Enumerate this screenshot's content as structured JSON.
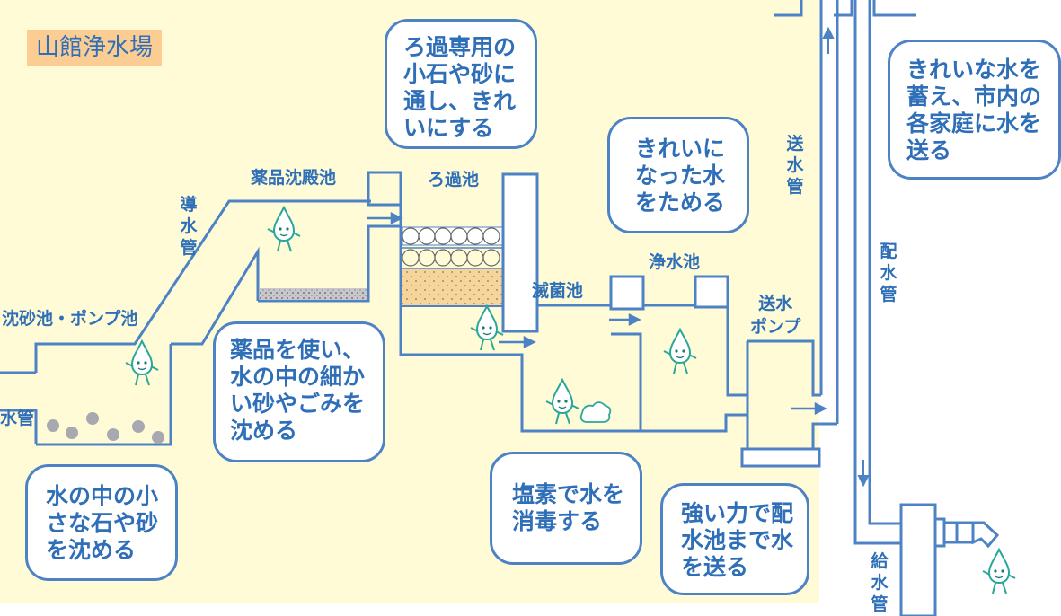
{
  "title": "山館浄水場",
  "notes": {
    "filter_sand": "ろ過専用の\n小石や砂に\n通し、きれ\nいにする",
    "clean_store": "きれいに\nなった水\nをためる",
    "distribute": "きれいな水を\n蓄え、市内の\n各家庭に水を\n送る",
    "chemical": "薬品を使い、\n水の中の細か\nい砂やごみを\n沈める",
    "sand_settle": "水の中の小\nさな石や砂\nを沈める",
    "chlorine": "塩素で水を\n消毒する",
    "pump_force": "強い力で配\n水池まで水\nを送る"
  },
  "labels": {
    "chemical_basin": "薬品沈殿池",
    "filter_basin": "ろ過池",
    "intake_pipe": "導水管",
    "sand_basin_pump": "沈砂池・ポンプ池",
    "raw_pipe_partial": "水管",
    "sterilize_basin": "滅菌池",
    "clean_basin": "浄水池",
    "send_pump": "送水\nポンプ",
    "send_pipe": "送水管",
    "distribution_pipe": "配水管",
    "supply_pipe": "給水管"
  },
  "colors": {
    "background": "#fefbd6",
    "title_bg": "#fbcd93",
    "line": "#4d83c5",
    "text": "#2f6fb8",
    "sand": "#f5d59b",
    "sediment": "#a8a8b0"
  },
  "icons": [
    "water-drop-character-icon"
  ]
}
